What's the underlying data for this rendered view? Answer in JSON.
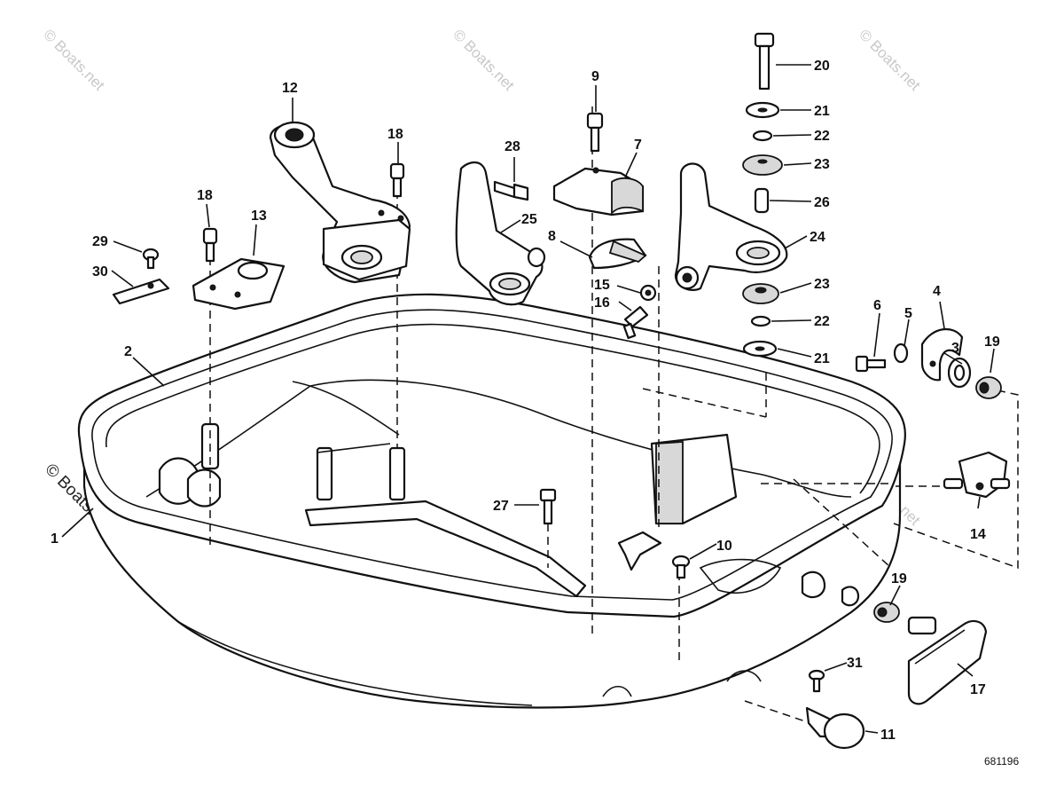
{
  "watermark": "© Boats.net",
  "figure_number": "681196",
  "callouts": [
    {
      "id": "c1",
      "label": "1"
    },
    {
      "id": "c2",
      "label": "2"
    },
    {
      "id": "c3",
      "label": "3"
    },
    {
      "id": "c4",
      "label": "4"
    },
    {
      "id": "c5",
      "label": "5"
    },
    {
      "id": "c6",
      "label": "6"
    },
    {
      "id": "c7",
      "label": "7"
    },
    {
      "id": "c8",
      "label": "8"
    },
    {
      "id": "c9",
      "label": "9"
    },
    {
      "id": "c10",
      "label": "10"
    },
    {
      "id": "c11",
      "label": "11"
    },
    {
      "id": "c12",
      "label": "12"
    },
    {
      "id": "c13",
      "label": "13"
    },
    {
      "id": "c14",
      "label": "14"
    },
    {
      "id": "c15",
      "label": "15"
    },
    {
      "id": "c16",
      "label": "16"
    },
    {
      "id": "c17",
      "label": "17"
    },
    {
      "id": "c18a",
      "label": "18"
    },
    {
      "id": "c18b",
      "label": "18"
    },
    {
      "id": "c19a",
      "label": "19"
    },
    {
      "id": "c19b",
      "label": "19"
    },
    {
      "id": "c20",
      "label": "20"
    },
    {
      "id": "c21a",
      "label": "21"
    },
    {
      "id": "c21b",
      "label": "21"
    },
    {
      "id": "c22a",
      "label": "22"
    },
    {
      "id": "c22b",
      "label": "22"
    },
    {
      "id": "c23a",
      "label": "23"
    },
    {
      "id": "c23b",
      "label": "23"
    },
    {
      "id": "c24",
      "label": "24"
    },
    {
      "id": "c25",
      "label": "25"
    },
    {
      "id": "c26",
      "label": "26"
    },
    {
      "id": "c27",
      "label": "27"
    },
    {
      "id": "c28",
      "label": "28"
    },
    {
      "id": "c29",
      "label": "29"
    },
    {
      "id": "c30",
      "label": "30"
    },
    {
      "id": "c31",
      "label": "31"
    }
  ]
}
